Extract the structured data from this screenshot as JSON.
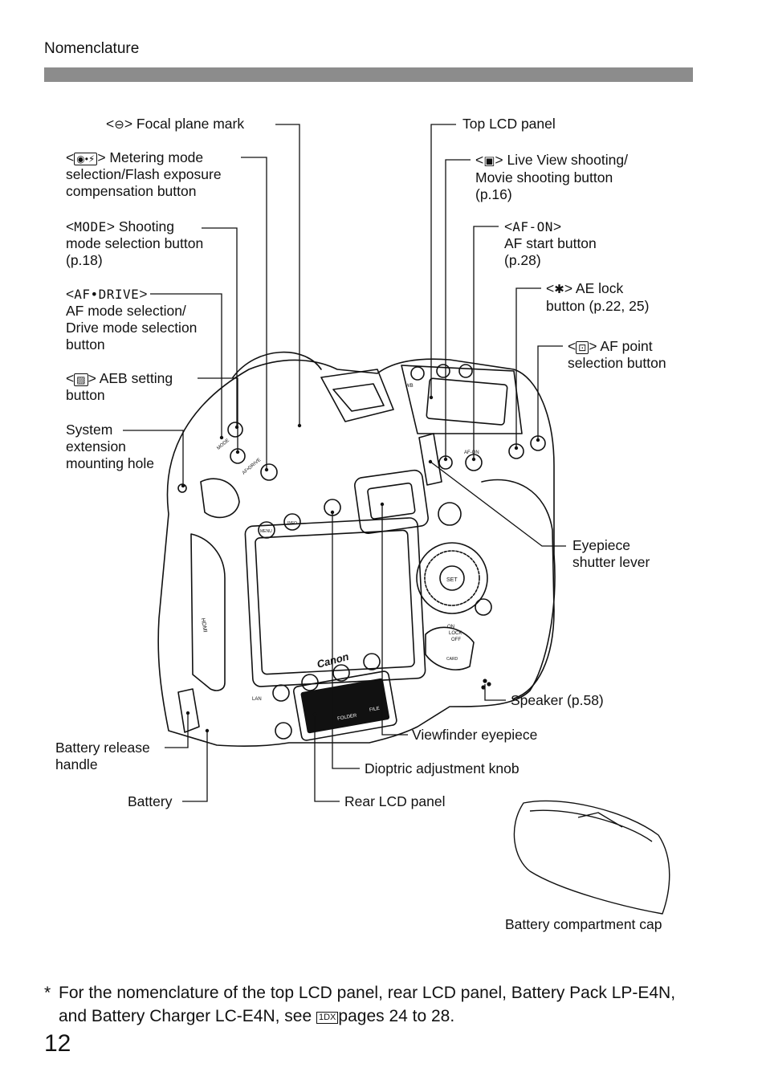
{
  "header": {
    "section": "Nomenclature"
  },
  "icons": {
    "focal_plane": "⊖",
    "metering": "◉•⚡",
    "live_view": "▣",
    "ae_lock": "✱",
    "af_point": "⊡",
    "aeb": "▨"
  },
  "labels": {
    "focal_plane": "> Focal plane mark",
    "metering_l1": "> Metering mode",
    "metering_l2": "selection/Flash exposure",
    "metering_l3": "compensation button",
    "mode_code": "MODE",
    "mode_l1": "> Shooting",
    "mode_l2": "mode selection button",
    "mode_l3": "(p.18)",
    "afdrive_code": "AF•DRIVE",
    "afdrive_l2": "AF mode selection/",
    "afdrive_l3": "Drive mode selection",
    "afdrive_l4": "button",
    "aeb_l1": "> AEB setting",
    "aeb_l2": "button",
    "system_l1": "System",
    "system_l2": "extension",
    "system_l3": "mounting hole",
    "battery_release_l1": "Battery release",
    "battery_release_l2": "handle",
    "battery": "Battery",
    "top_lcd": "Top LCD panel",
    "liveview_l1": "> Live View shooting/",
    "liveview_l2": "Movie shooting button",
    "liveview_l3": "(p.16)",
    "afon_code": "AF-ON",
    "afon_l2": "AF start button",
    "afon_l3": "(p.28)",
    "aelock_l1": "> AE lock",
    "aelock_l2": "button (p.22, 25)",
    "afpoint_l1": "> AF point",
    "afpoint_l2": "selection button",
    "eyepiece_l1": "Eyepiece",
    "eyepiece_l2": "shutter lever",
    "speaker": "Speaker (p.58)",
    "viewfinder": "Viewfinder eyepiece",
    "dioptric": "Dioptric adjustment knob",
    "rear_lcd": "Rear LCD panel",
    "battery_cap": "Battery compartment cap"
  },
  "camera_markings": {
    "brand": "Canon",
    "set": "SET",
    "mode": "MODE",
    "af_drive": "AF•DRIVE",
    "menu": "MENU",
    "info": "INFO",
    "lan": "LAN",
    "hdmi": "HDMI",
    "folder": "FOLDER",
    "file": "FILE",
    "af_on": "AF-ON",
    "wb": "WB",
    "on": "ON",
    "lock": "LOCK",
    "off": "OFF",
    "card": "CARD"
  },
  "footnote": {
    "star": "*",
    "text_before": "For the nomenclature of the top LCD panel, rear LCD panel, Battery Pack LP-E4N, and Battery Charger LC-E4N, see",
    "badge": "1DX",
    "text_after": "pages 24 to 28."
  },
  "page_number": "12"
}
